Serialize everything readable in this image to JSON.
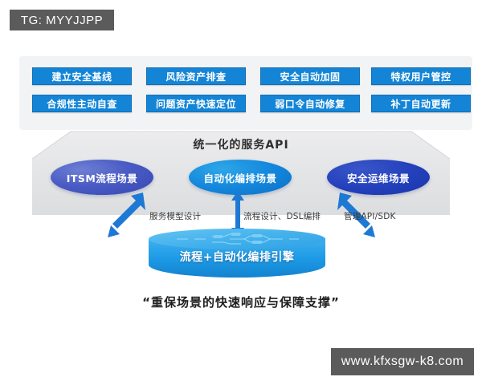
{
  "watermarks": {
    "top": "TG: MYYJJPP",
    "bottom": "www.kfxsgw-k8.com"
  },
  "top_card": {
    "capabilities": [
      {
        "row": 0,
        "col": 0,
        "label": "建立安全基线"
      },
      {
        "row": 1,
        "col": 0,
        "label": "合规性主动自查"
      },
      {
        "row": 0,
        "col": 1,
        "label": "风险资产排查"
      },
      {
        "row": 1,
        "col": 1,
        "label": "问题资产快速定位"
      },
      {
        "row": 0,
        "col": 2,
        "label": "安全自动加固"
      },
      {
        "row": 1,
        "col": 2,
        "label": "弱口令自动修复"
      },
      {
        "row": 0,
        "col": 3,
        "label": "特权用户管控"
      },
      {
        "row": 1,
        "col": 3,
        "label": "补丁自动更新"
      }
    ]
  },
  "platform": {
    "api_label": "统一化的服务API",
    "scenes": [
      {
        "label": "ITSM流程场景",
        "color": "#4a5cc4"
      },
      {
        "label": "自动化编排场景",
        "color": "#1489dd"
      },
      {
        "label": "安全运维场景",
        "color": "#2442bd"
      }
    ]
  },
  "connectors": [
    {
      "label": "服务模型设计"
    },
    {
      "label": "流程设计、DSL编排"
    },
    {
      "label": "管理API/SDK"
    }
  ],
  "engine": {
    "label": "流程+自动化编排引擎",
    "color": "#1e9ae6"
  },
  "caption": "“重保场景的快速响应与保障支撑”",
  "colors": {
    "chip_fill": "#1485d6",
    "chip_border": "#0f6fb8",
    "card_bg": "#f2f3f5",
    "platform_bg": "#e4e5e7",
    "arrow": "#1f79d2",
    "watermark_bg": "#5b5b5b"
  }
}
